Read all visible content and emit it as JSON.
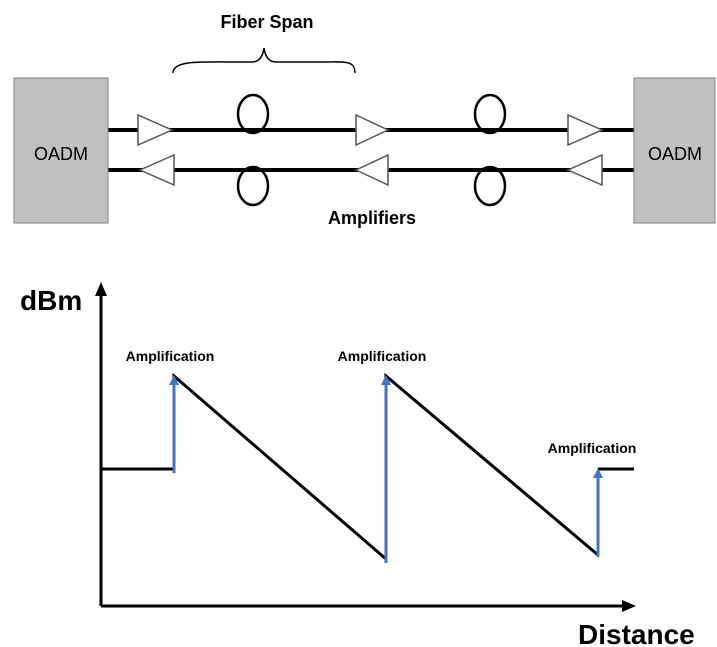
{
  "top_diagram": {
    "span_label": "Fiber Span",
    "node_left": "OADM",
    "node_right": "OADM",
    "amplifiers_label": "Amplifiers"
  },
  "power_plot": {
    "y_axis_label": "dBm",
    "x_axis_label": "Distance",
    "annotations": [
      "Amplification",
      "Amplification",
      "Amplification"
    ]
  },
  "colors": {
    "oadm_fill": "#c0c0c0",
    "amp_arrow": "#4472c4",
    "line": "#000000"
  }
}
